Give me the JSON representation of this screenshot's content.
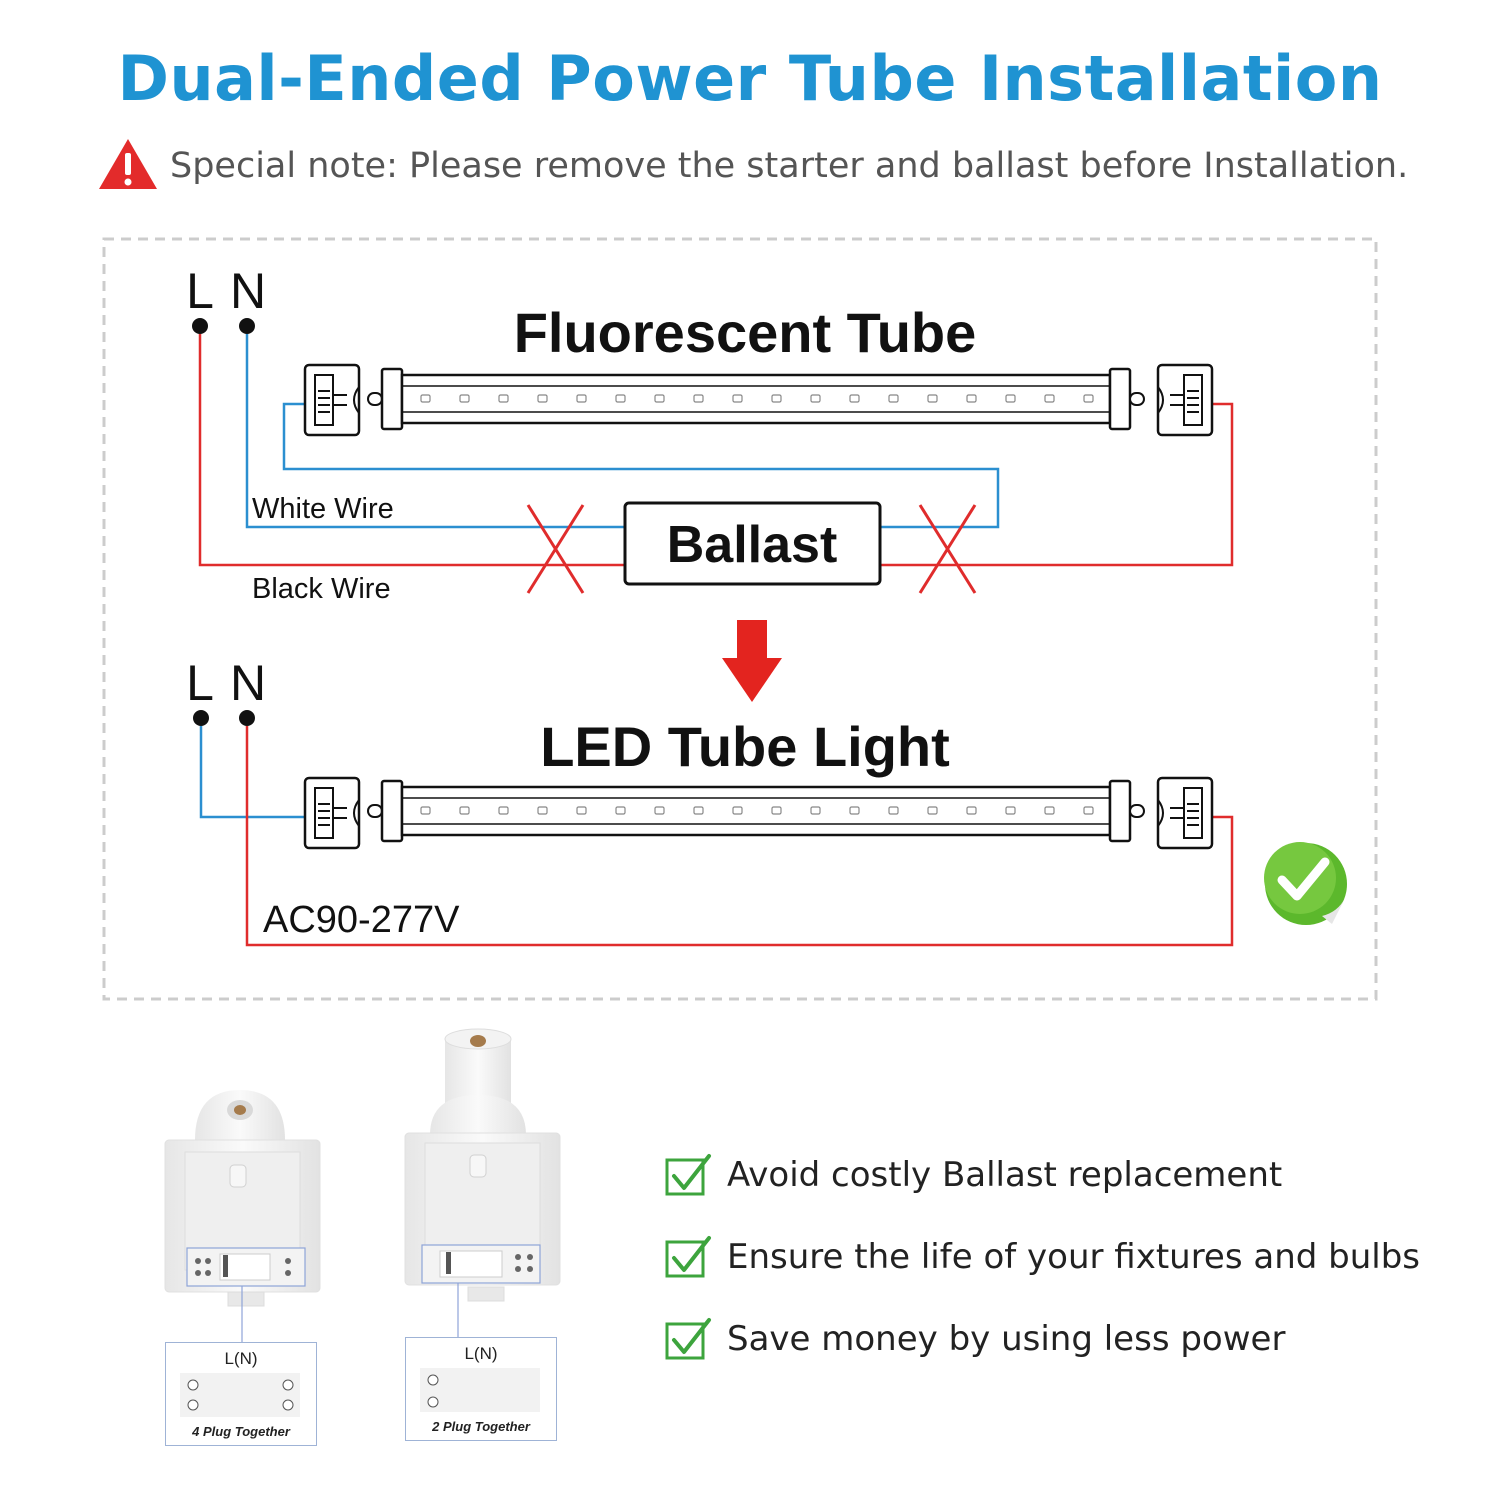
{
  "header": {
    "title": "Dual-Ended Power Tube Installation",
    "note": "Special note: Please remove the starter and ballast before Installation."
  },
  "diagram": {
    "top": {
      "l_label": "L",
      "n_label": "N",
      "tube_title": "Fluorescent Tube",
      "white_wire": "White Wire",
      "black_wire": "Black Wire",
      "ballast": "Ballast"
    },
    "bottom": {
      "l_label": "L",
      "n_label": "N",
      "tube_title": "LED Tube Light",
      "voltage": "AC90-277V"
    },
    "colors": {
      "blue_wire": "#2b8fd0",
      "red_wire": "#e02c2c",
      "cross": "#e02c2c",
      "title": "#1f93d2",
      "check_green": "#5cb82c"
    }
  },
  "connectors": [
    {
      "wire_label": "L(N)",
      "caption": "4 Plug Together"
    },
    {
      "wire_label": "L(N)",
      "caption": "2 Plug Together"
    }
  ],
  "benefits": [
    "Avoid costly Ballast replacement",
    "Ensure the life of your fixtures and bulbs",
    "Save money by using less power"
  ]
}
